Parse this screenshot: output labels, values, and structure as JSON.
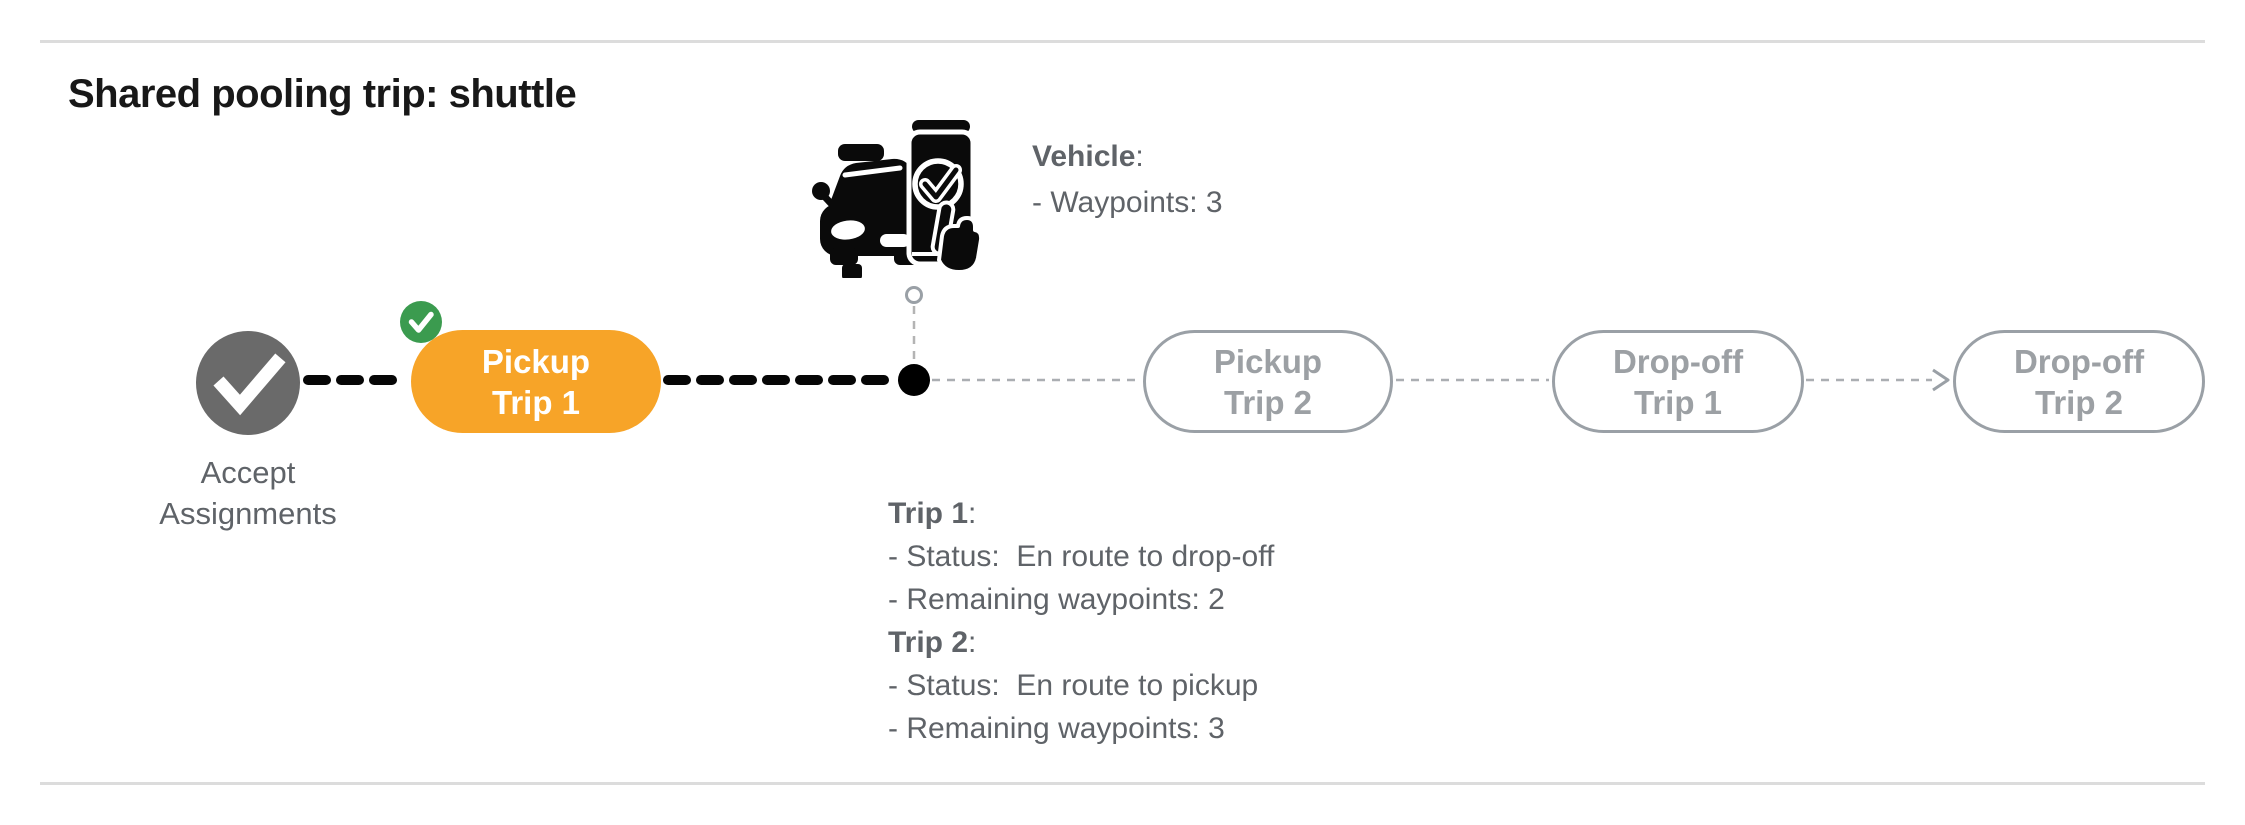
{
  "page": {
    "title": "Shared pooling trip: shuttle"
  },
  "vehicle_info": {
    "label": "Vehicle",
    "colon": ":",
    "lines": [
      "- Waypoints: 3"
    ]
  },
  "timeline": {
    "start_node": {
      "lines": [
        "Accept",
        "Assignments"
      ]
    },
    "nodes": [
      {
        "id": "pickup-trip-1",
        "state": "completed-active",
        "lines": [
          "Pickup",
          "Trip 1"
        ]
      },
      {
        "id": "pickup-trip-2",
        "state": "pending",
        "lines": [
          "Pickup",
          "Trip 2"
        ]
      },
      {
        "id": "dropoff-trip-1",
        "state": "pending",
        "lines": [
          "Drop-off",
          "Trip 1"
        ]
      },
      {
        "id": "dropoff-trip-2",
        "state": "pending",
        "lines": [
          "Drop-off",
          "Trip 2"
        ]
      }
    ]
  },
  "trip_info": {
    "sections": [
      {
        "label": "Trip 1",
        "colon": ":",
        "lines": [
          "- Status:  En route to drop-off",
          "- Remaining waypoints: 2"
        ]
      },
      {
        "label": "Trip 2",
        "colon": ":",
        "lines": [
          "- Status:  En route to pickup",
          "- Remaining waypoints: 3"
        ]
      }
    ]
  },
  "colors": {
    "orange": "#F7A428",
    "green": "#3B9B4F",
    "gray-node": "#6A6A6A",
    "gray-outline": "#9AA0A6",
    "pill-text": "#9CA0A4",
    "text-gray": "#5F6368",
    "divider": "#DCDCDC"
  }
}
